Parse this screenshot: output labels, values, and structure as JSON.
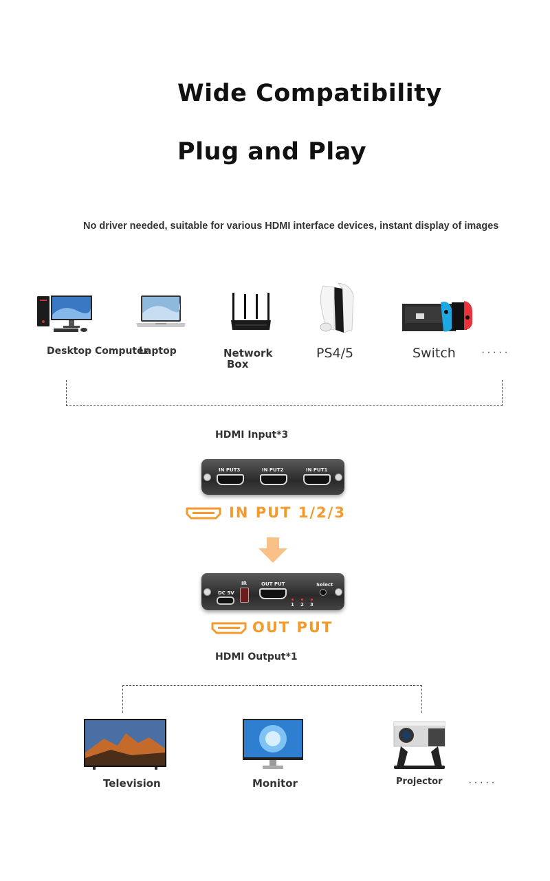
{
  "heading": {
    "line1": "Wide Compatibility",
    "line2": "Plug and Play"
  },
  "subtitle": "No driver needed, suitable for various HDMI interface devices, instant display of images",
  "input_devices": [
    {
      "label": "Desktop Computer",
      "icon": "desktop-computer-icon"
    },
    {
      "label": "Laptop",
      "icon": "laptop-icon"
    },
    {
      "label": "Network Box",
      "label_line1": "Network",
      "label_line2": "Box",
      "icon": "router-icon"
    },
    {
      "label": "PS4/5",
      "icon": "ps5-console-icon"
    },
    {
      "label": "Switch",
      "icon": "nintendo-switch-icon"
    }
  ],
  "more_dots": "·····",
  "hdmi_input_label": "HDMI Input*3",
  "input_panel": {
    "ports": [
      "IN PUT3",
      "IN PUT2",
      "IN PUT1"
    ]
  },
  "input_caption": "IN PUT 1/2/3",
  "output_panel": {
    "dc_label": "DC 5V",
    "ir_label": "IR",
    "out_label": "OUT PUT",
    "select_label": "Select",
    "leds": [
      "1",
      "2",
      "3"
    ]
  },
  "output_caption": "OUT PUT",
  "hdmi_output_label": "HDMI Output*1",
  "output_devices": [
    {
      "label": "Television",
      "icon": "television-icon"
    },
    {
      "label": "Monitor",
      "icon": "monitor-icon"
    },
    {
      "label": "Projector",
      "icon": "projector-icon"
    }
  ],
  "more_dots_2": "·····",
  "colors": {
    "accent": "#f39a2b",
    "text": "#333333"
  }
}
